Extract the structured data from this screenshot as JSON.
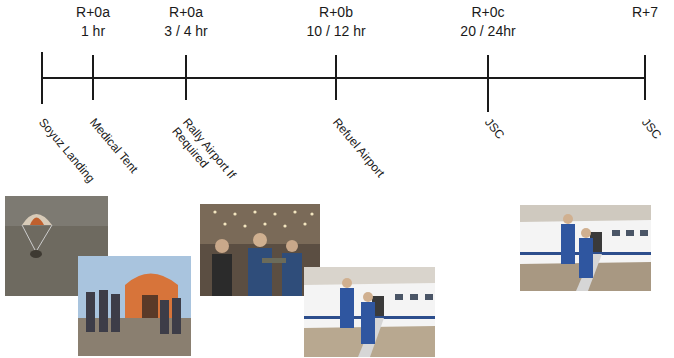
{
  "diagram": {
    "labels": [
      "R+0a",
      "1 hr",
      "R+0a",
      "3 / 4 hr",
      "R+0b",
      "10 / 12 hr",
      "R+0c",
      "20 / 24hr",
      "R+7",
      "Soyuz Landing",
      "Medical Tent",
      "Rally Airport If Required",
      "Refuel Airport",
      "JSC",
      "JSC"
    ]
  }
}
